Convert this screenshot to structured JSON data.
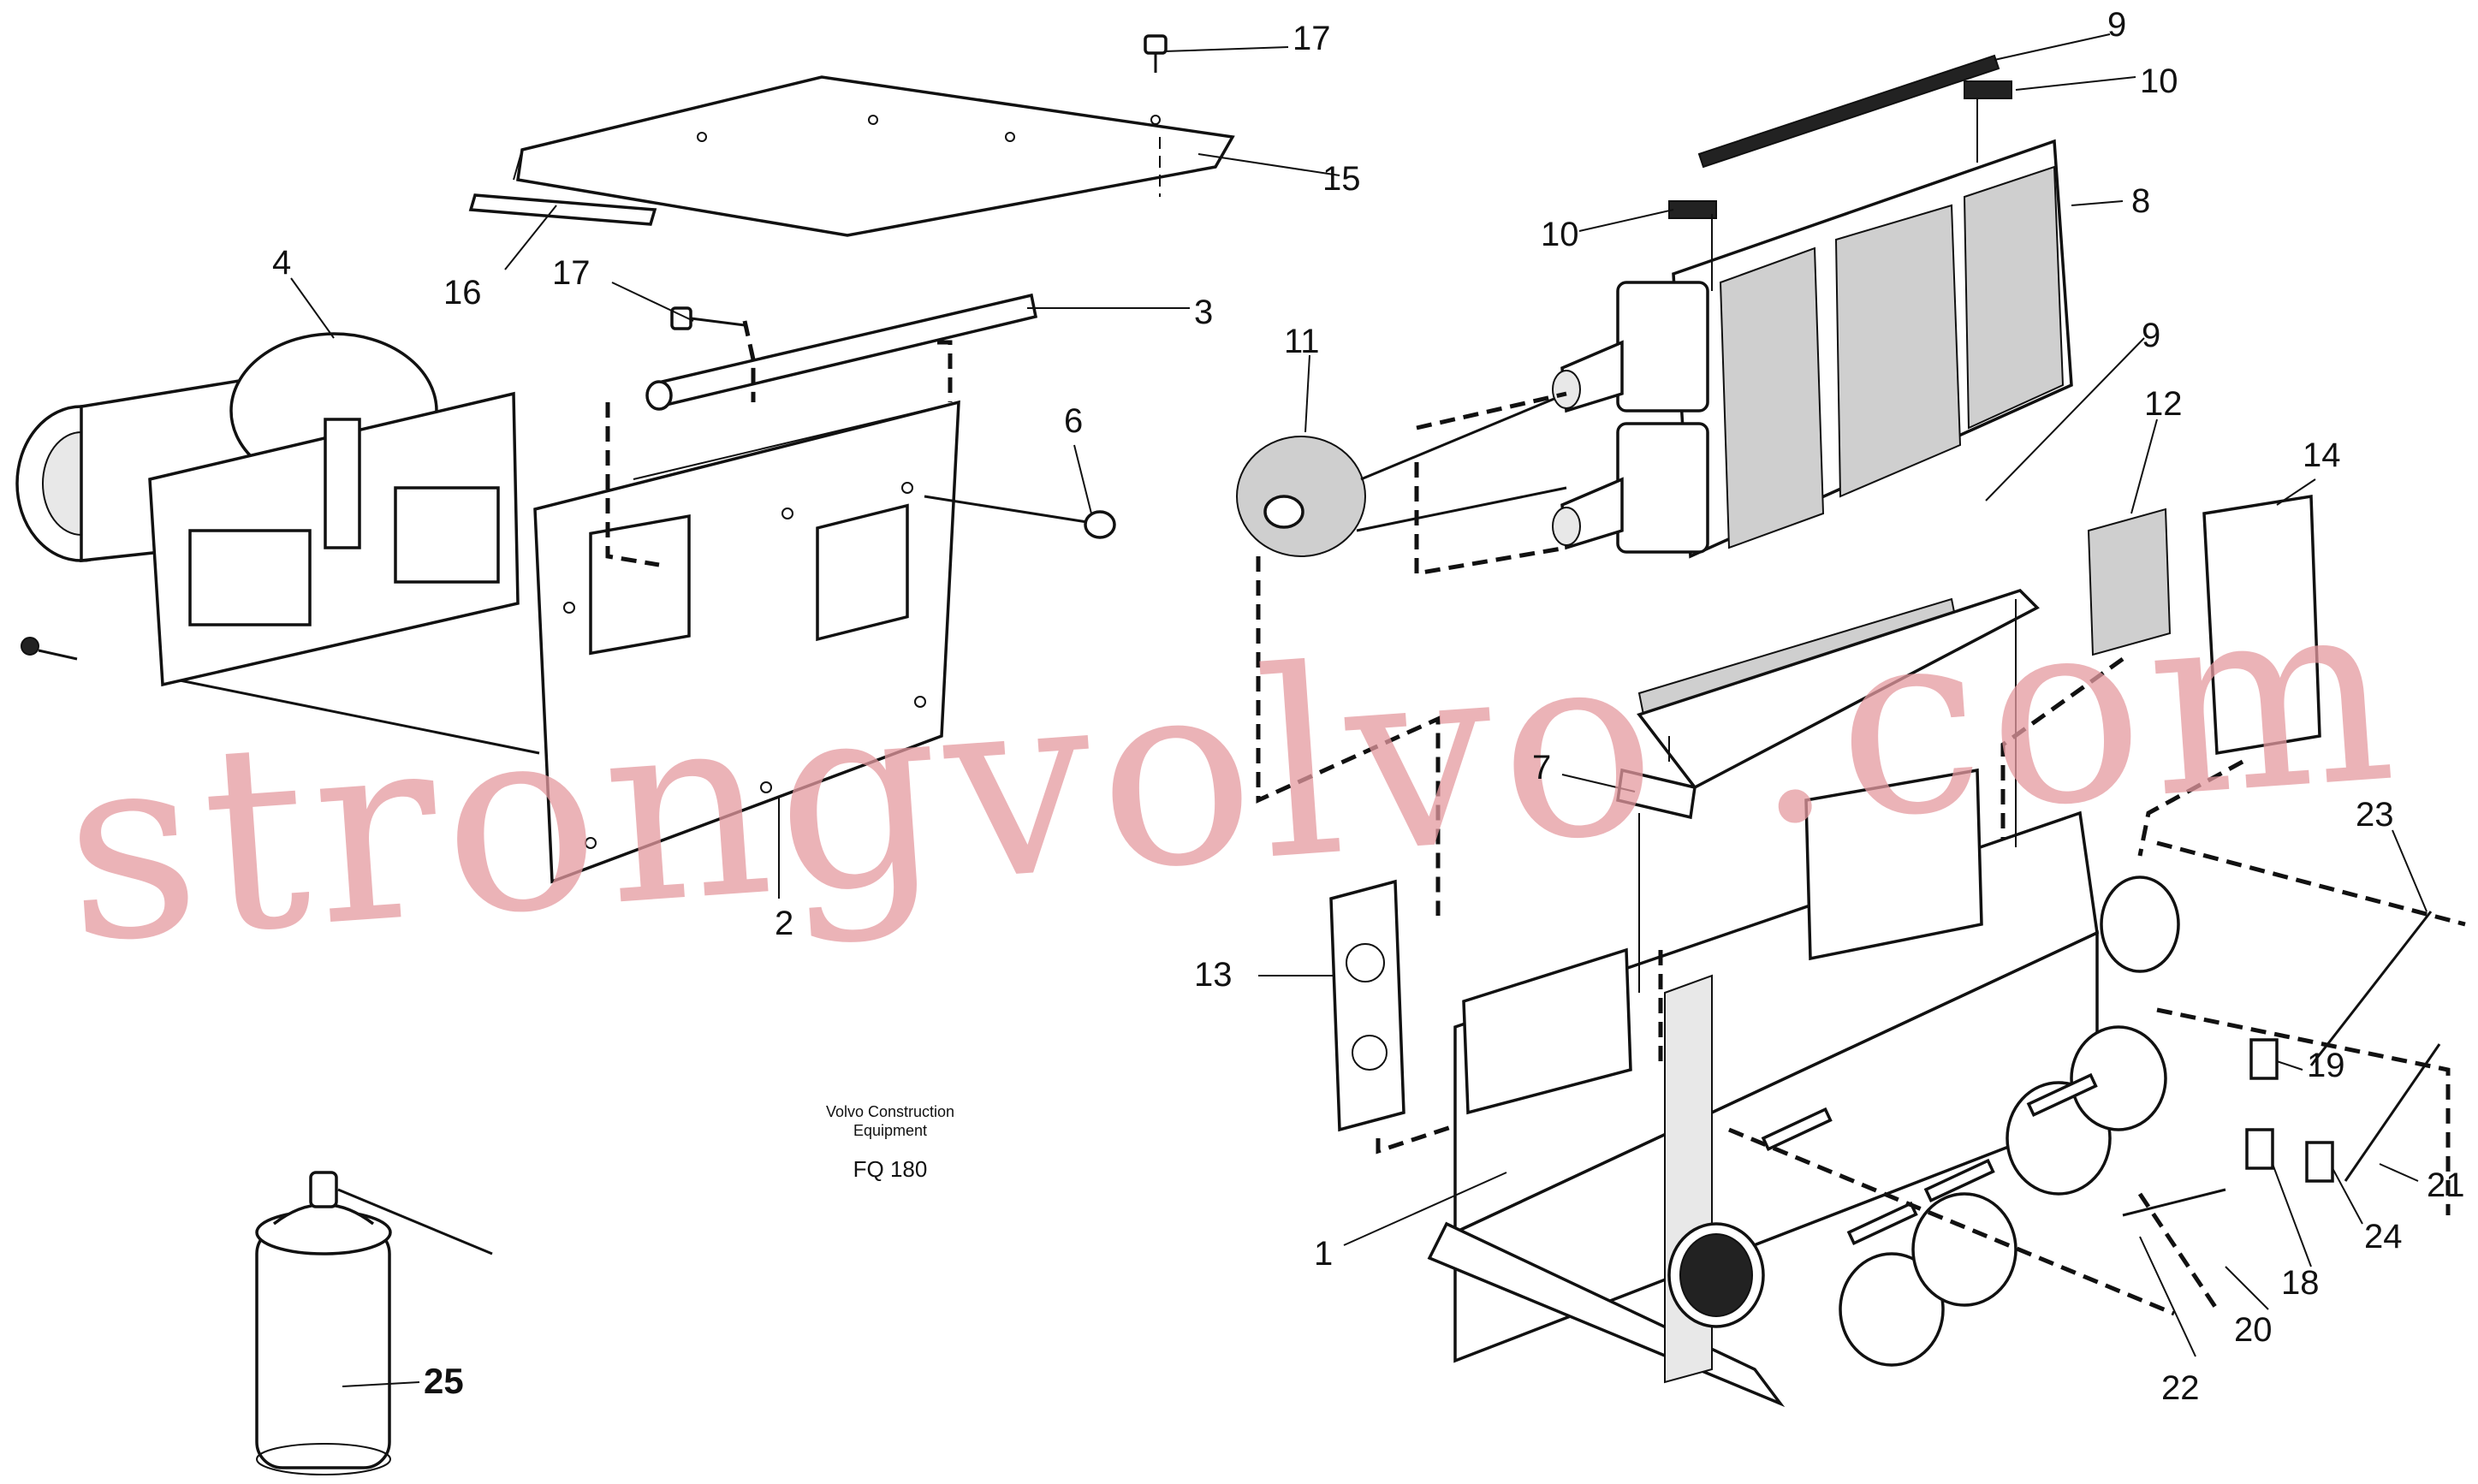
{
  "caption": {
    "line1": "Volvo Construction",
    "line2": "Equipment",
    "code": "FQ 180"
  },
  "watermark": "strongvolvo .com",
  "callouts": {
    "c1": "1",
    "c2": "2",
    "c3": "3",
    "c4": "4",
    "c6": "6",
    "c7": "7",
    "c8": "8",
    "c9a": "9",
    "c9b": "9",
    "c10a": "10",
    "c10b": "10",
    "c11": "11",
    "c12": "12",
    "c13": "13",
    "c14": "14",
    "c15": "15",
    "c16": "16",
    "c17a": "17",
    "c17b": "17",
    "c18": "18",
    "c19": "19",
    "c20": "20",
    "c21": "21",
    "c22": "22",
    "c23": "23",
    "c24": "24",
    "c25": "25"
  }
}
